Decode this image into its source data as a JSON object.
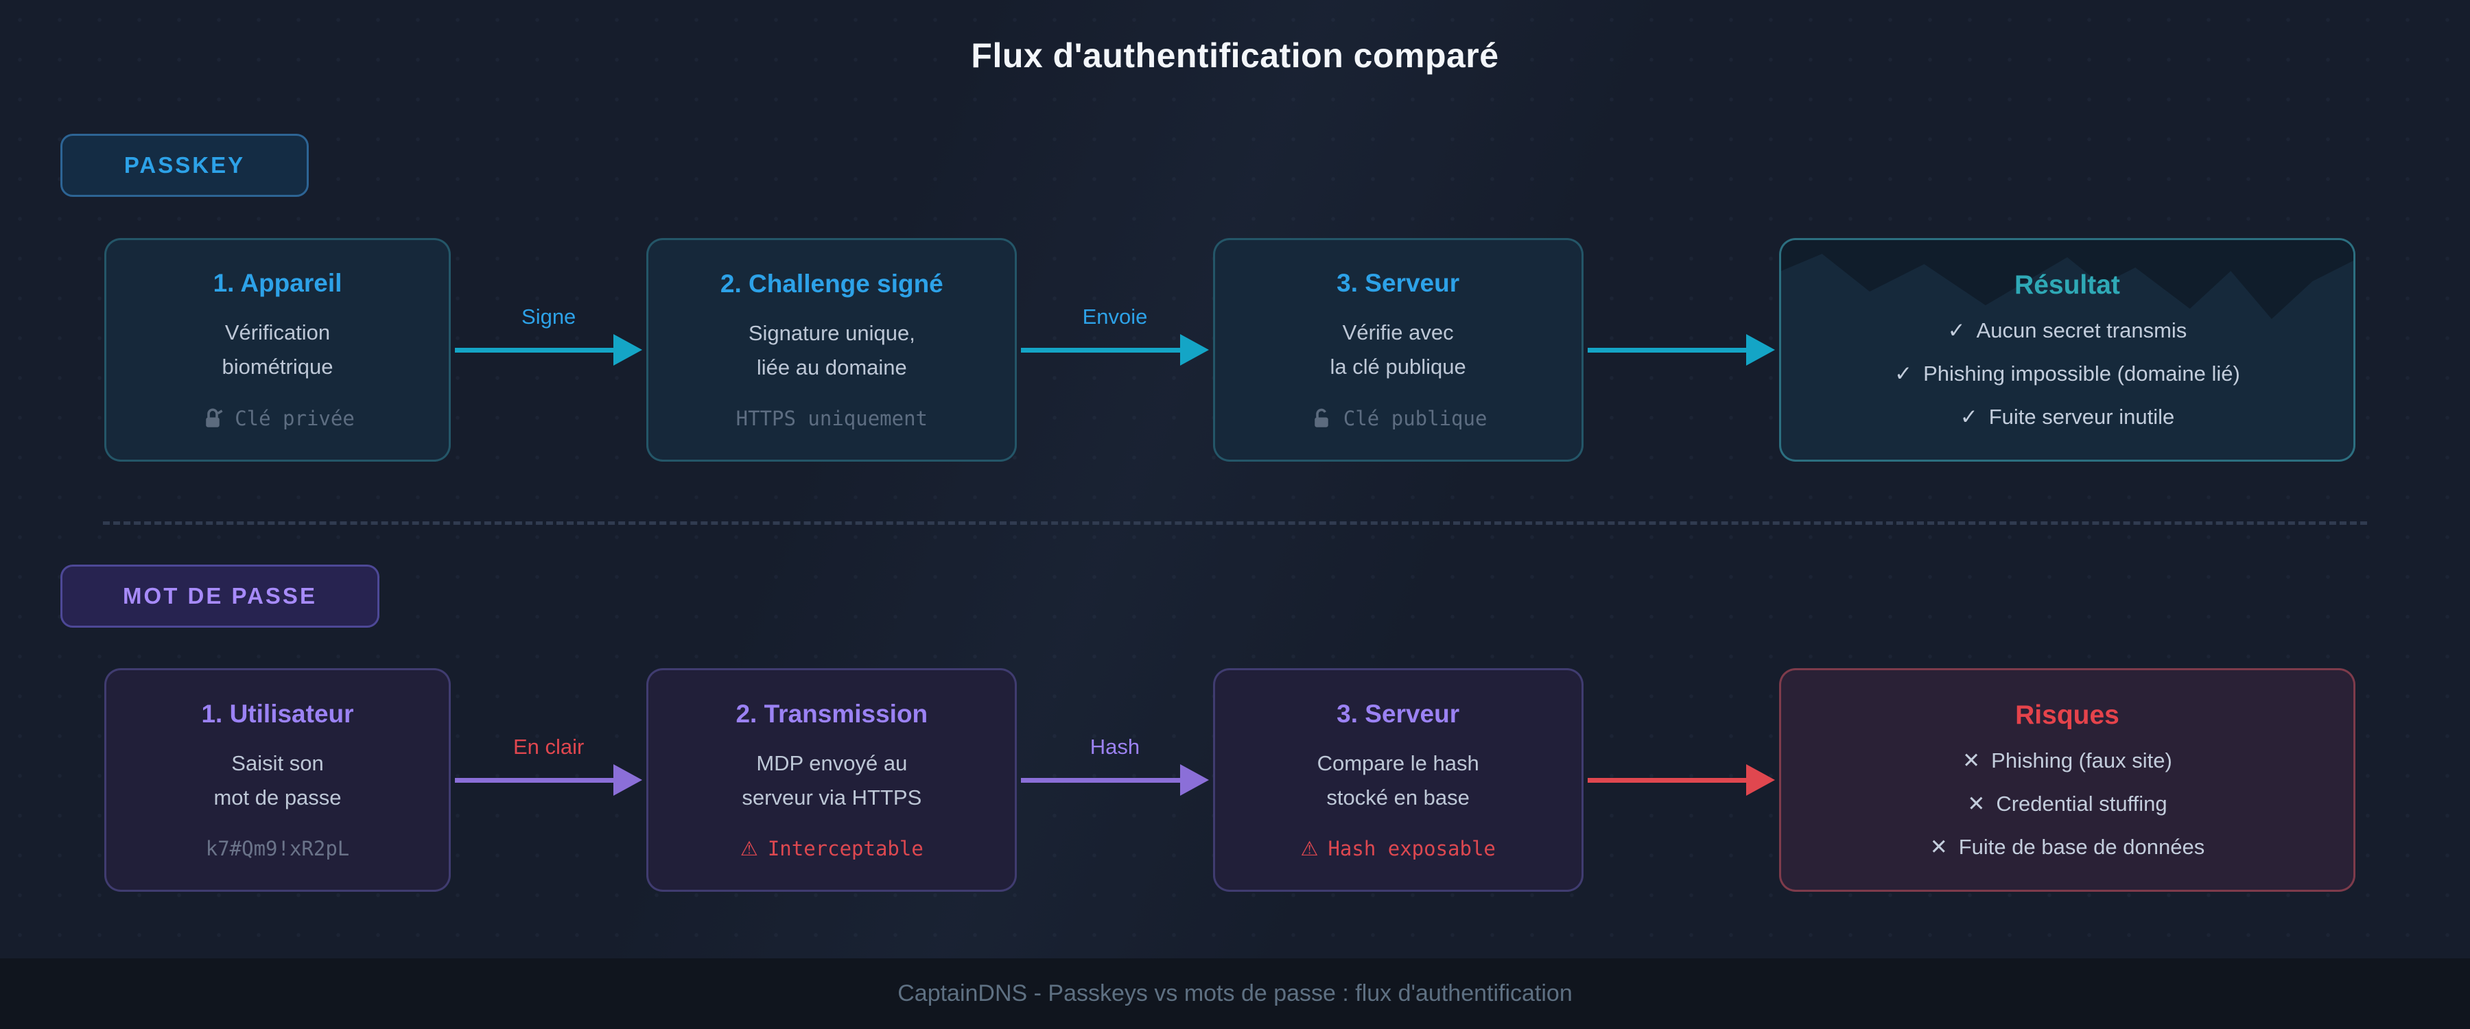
{
  "title": "Flux d'authentification comparé",
  "footer": "CaptainDNS - Passkeys vs mots de passe : flux d'authentification",
  "warning_glyph": "⚠",
  "colors": {
    "background": "#161d2c",
    "footer_background": "#10151e",
    "passkey_accent": "#2da2e8",
    "passkey_arrow": "#14a5c6",
    "result_accent": "#2fa9b6",
    "password_accent": "#9b82f4",
    "password_arrow": "#8b6fd8",
    "danger": "#e0474f",
    "body_text": "#bdc7d6",
    "mono_text": "#5d6d81"
  },
  "icons": {
    "passkey_step1": "lock-pen-icon",
    "passkey_step3": "unlock-icon",
    "warning": "warning-icon",
    "check": "check-icon",
    "cross": "cross-icon"
  },
  "passkey": {
    "badge": "PASSKEY",
    "steps": [
      {
        "title": "1. Appareil",
        "body_line1": "Vérification",
        "body_line2": "biométrique",
        "meta": "Clé privée"
      },
      {
        "title": "2. Challenge signé",
        "body_line1": "Signature unique,",
        "body_line2": "liée au domaine",
        "meta": "HTTPS uniquement"
      },
      {
        "title": "3. Serveur",
        "body_line1": "Vérifie avec",
        "body_line2": "la clé publique",
        "meta": "Clé publique"
      }
    ],
    "arrows": [
      "Signe",
      "Envoie"
    ],
    "result": {
      "title": "Résultat",
      "mark": "✓",
      "items": [
        "Aucun secret transmis",
        "Phishing impossible (domaine lié)",
        "Fuite serveur inutile"
      ]
    }
  },
  "password": {
    "badge": "MOT DE PASSE",
    "steps": [
      {
        "title": "1. Utilisateur",
        "body_line1": "Saisit son",
        "body_line2": "mot de passe",
        "meta": "k7#Qm9!xR2pL"
      },
      {
        "title": "2. Transmission",
        "body_line1": "MDP envoyé au",
        "body_line2": "serveur via HTTPS",
        "meta": "Interceptable"
      },
      {
        "title": "3. Serveur",
        "body_line1": "Compare le hash",
        "body_line2": "stocké en base",
        "meta": "Hash exposable"
      }
    ],
    "arrows": [
      "En clair",
      "Hash"
    ],
    "result": {
      "title": "Risques",
      "mark": "✕",
      "items": [
        "Phishing (faux site)",
        "Credential stuffing",
        "Fuite de base de données"
      ]
    }
  }
}
